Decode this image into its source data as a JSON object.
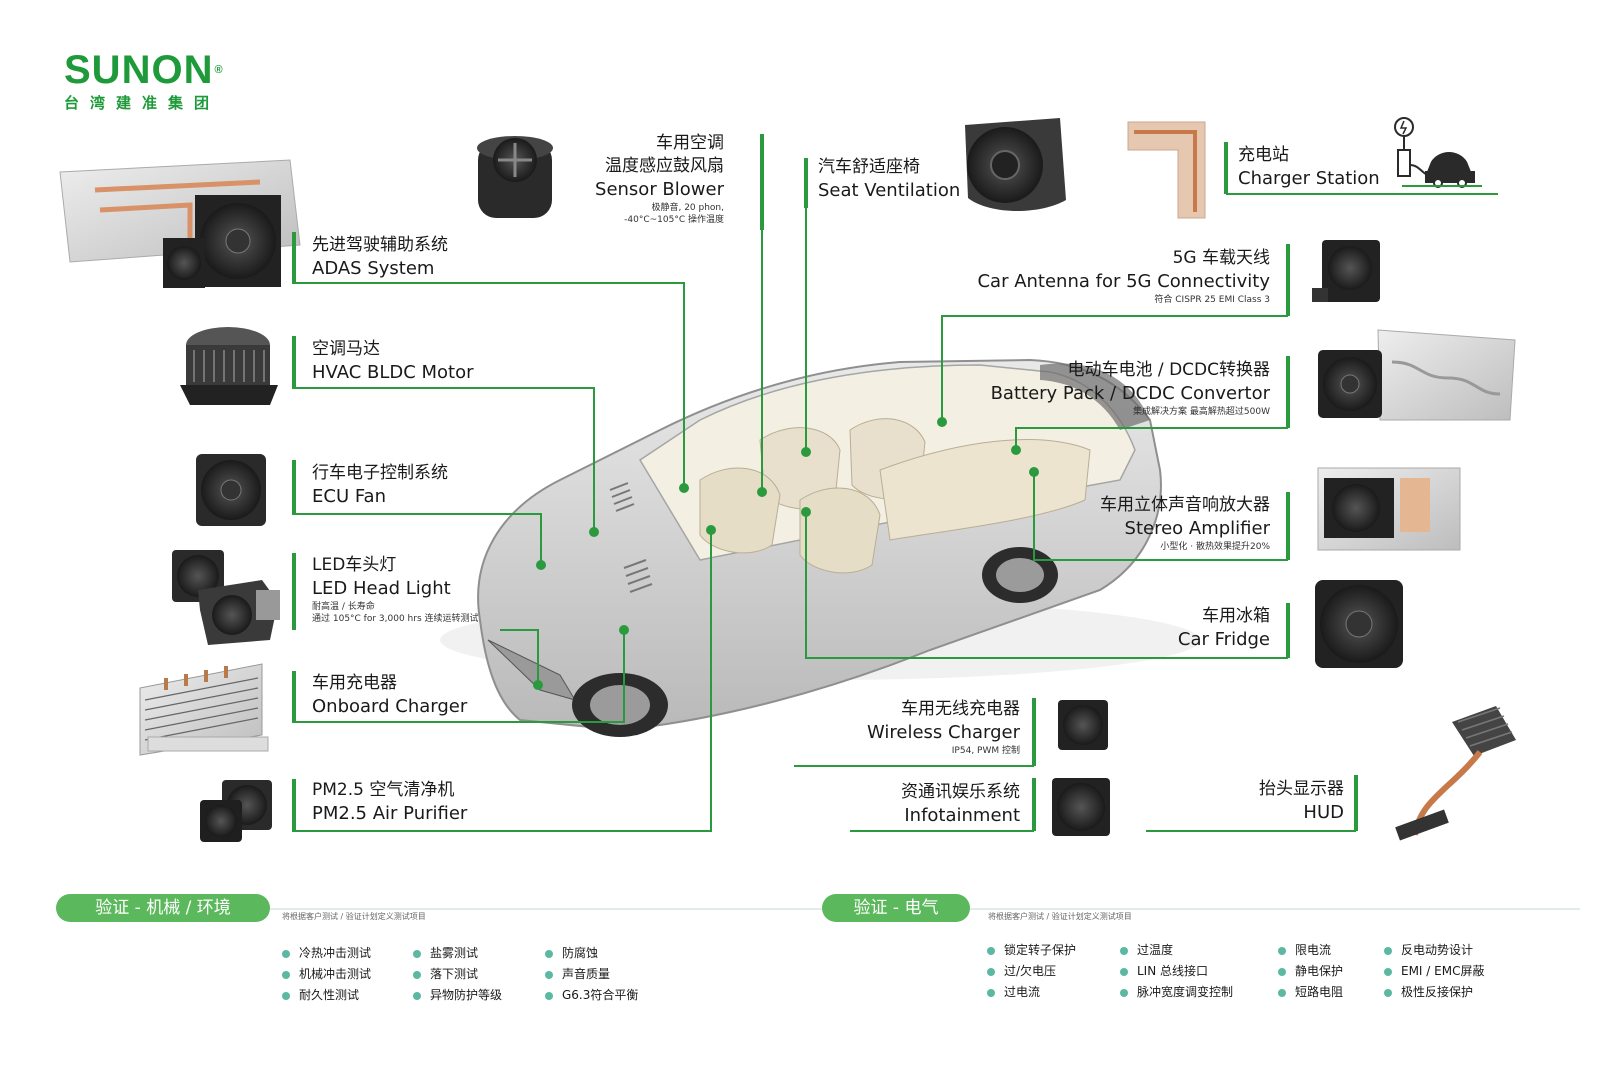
{
  "brand": {
    "name": "SUNON",
    "registered": "®",
    "subtitle": "台湾建准集团",
    "color": "#1f9a3a"
  },
  "colors": {
    "accent": "#2b9a3e",
    "pill": "#5cb85c",
    "bullet": "#5bb8a2"
  },
  "applications": [
    {
      "id": "sensor-blower",
      "zh": "车用空调",
      "zh2": "温度感应鼓风扇",
      "en": "Sensor Blower",
      "note": "极静音, 20 phon,",
      "note2": "-40°C~105°C 操作温度",
      "icon": "sensor-blower-fan-icon"
    },
    {
      "id": "seat-ventilation",
      "zh": "汽车舒适座椅",
      "en": "Seat Ventilation",
      "icon": "blower-fan-icon"
    },
    {
      "id": "charger-station",
      "zh": "充电站",
      "en": "Charger Station",
      "icon": "ev-charging-car-icon"
    },
    {
      "id": "adas",
      "zh": "先进驾驶辅助系统",
      "en": "ADAS System",
      "icon": "axial-fan-module-icon"
    },
    {
      "id": "hvac",
      "zh": "空调马达",
      "en": "HVAC BLDC Motor",
      "icon": "centrifugal-motor-icon"
    },
    {
      "id": "ecu-fan",
      "zh": "行车电子控制系统",
      "en": "ECU Fan",
      "icon": "axial-fan-icon"
    },
    {
      "id": "led-head-light",
      "zh": "LED车头灯",
      "en": "LED Head Light",
      "note": "耐高温 / 长寿命",
      "note2": "通过 105°C for 3,000 hrs  连续运转测试",
      "icon": "headlight-fan-icon"
    },
    {
      "id": "onboard-charger",
      "zh": "车用充电器",
      "en": "Onboard Charger",
      "icon": "heatsink-icon"
    },
    {
      "id": "pm25",
      "zh": "PM2.5 空气清净机",
      "en": "PM2.5 Air Purifier",
      "icon": "dual-fan-icon"
    },
    {
      "id": "antenna-5g",
      "zh": "5G 车载天线",
      "en": "Car Antenna for 5G Connectivity",
      "note": "符合 CISPR 25 EMI Class 3",
      "icon": "blower-icon"
    },
    {
      "id": "battery-pack",
      "zh": "电动车电池 / DCDC转换器",
      "en": "Battery Pack / DCDC Convertor",
      "note": "集成解决方案   最高解热超过500W",
      "icon": "battery-fan-icon"
    },
    {
      "id": "stereo-amplifier",
      "zh": "车用立体声音响放大器",
      "en": "Stereo Amplifier",
      "note": "小型化 · 散热效果提升20%",
      "icon": "amplifier-blower-icon"
    },
    {
      "id": "car-fridge",
      "zh": "车用冰箱",
      "en": "Car Fridge",
      "icon": "axial-fan-icon"
    },
    {
      "id": "wireless-charger",
      "zh": "车用无线充电器",
      "en": "Wireless Charger",
      "note": "IP54, PWM 控制",
      "icon": "small-fan-icon"
    },
    {
      "id": "infotainment",
      "zh": "资通讯娱乐系统",
      "en": "Infotainment",
      "icon": "small-fan-icon"
    },
    {
      "id": "hud",
      "zh": "抬头显示器",
      "en": "HUD",
      "icon": "heat-pipe-icon"
    }
  ],
  "validation": {
    "mechanical": {
      "title": "验证 - 机械 / 环境",
      "note": "将根据客户测试 / 验证计划定义测试项目",
      "columns": [
        [
          "冷热冲击测试",
          "机械冲击测试",
          "耐久性测试"
        ],
        [
          "盐雾测试",
          "落下测试",
          "异物防护等级"
        ],
        [
          "防腐蚀",
          "声音质量",
          "G6.3符合平衡"
        ]
      ]
    },
    "electrical": {
      "title": "验证 - 电气",
      "note": "将根据客户测试 / 验证计划定义测试项目",
      "columns": [
        [
          "锁定转子保护",
          "过/欠电压",
          "过电流"
        ],
        [
          "过温度",
          "LIN 总线接口",
          "脉冲宽度调变控制"
        ],
        [
          "限电流",
          "静电保护",
          "短路电阻"
        ],
        [
          "反电动势设计",
          "EMI / EMC屏蔽",
          "极性反接保护"
        ]
      ]
    }
  }
}
